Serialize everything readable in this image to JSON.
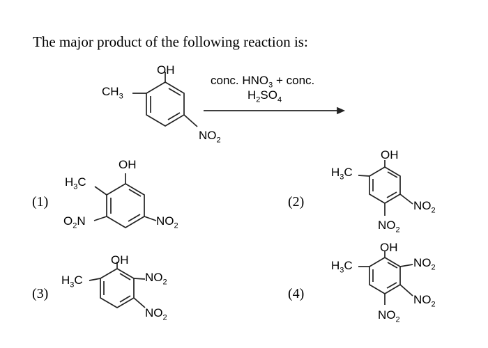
{
  "question": "The major product of the following reaction is:",
  "reactant": {
    "oh": "OH",
    "ch3": "CH3",
    "no2_partial": "NO2"
  },
  "reagent": {
    "line1": "conc. HNO3 + conc.",
    "line2": "H2SO4"
  },
  "options": [
    {
      "number": "(1)",
      "labels": {
        "oh": "OH",
        "ch3": "H3C",
        "no2_a": "O2N",
        "no2_b": "NO2"
      }
    },
    {
      "number": "(2)",
      "labels": {
        "oh": "OH",
        "ch3": "H3C",
        "no2_a": "NO2",
        "no2_b": "NO2"
      }
    },
    {
      "number": "(3)",
      "labels": {
        "oh": "OH",
        "ch3": "H3C",
        "no2_a": "NO2",
        "no2_b": "NO2"
      }
    },
    {
      "number": "(4)",
      "labels": {
        "oh": "OH",
        "ch3": "H3C",
        "no2_a": "NO2",
        "no2_b": "NO2",
        "no2_c": "NO2"
      }
    }
  ]
}
